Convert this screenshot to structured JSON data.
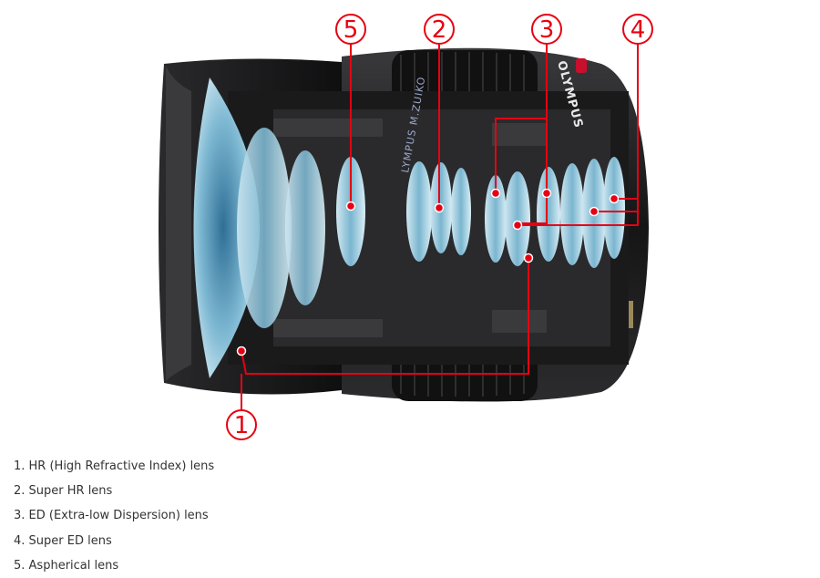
{
  "diagram": {
    "callouts": [
      {
        "number": "1"
      },
      {
        "number": "2"
      },
      {
        "number": "3"
      },
      {
        "number": "4"
      },
      {
        "number": "5"
      }
    ],
    "brand_marking": "OLYMPUS",
    "model_marking": "LYMPUS M.ZUIKO",
    "accent_color": "#e60012",
    "glass_color": "#8fc7de",
    "body_color": "#1c1c1e"
  },
  "legend": {
    "items": [
      {
        "text": "1. HR (High Refractive Index) lens"
      },
      {
        "text": "2. Super HR lens"
      },
      {
        "text": "3. ED (Extra-low Dispersion) lens"
      },
      {
        "text": "4. Super ED lens"
      },
      {
        "text": "5. Aspherical lens"
      }
    ]
  }
}
